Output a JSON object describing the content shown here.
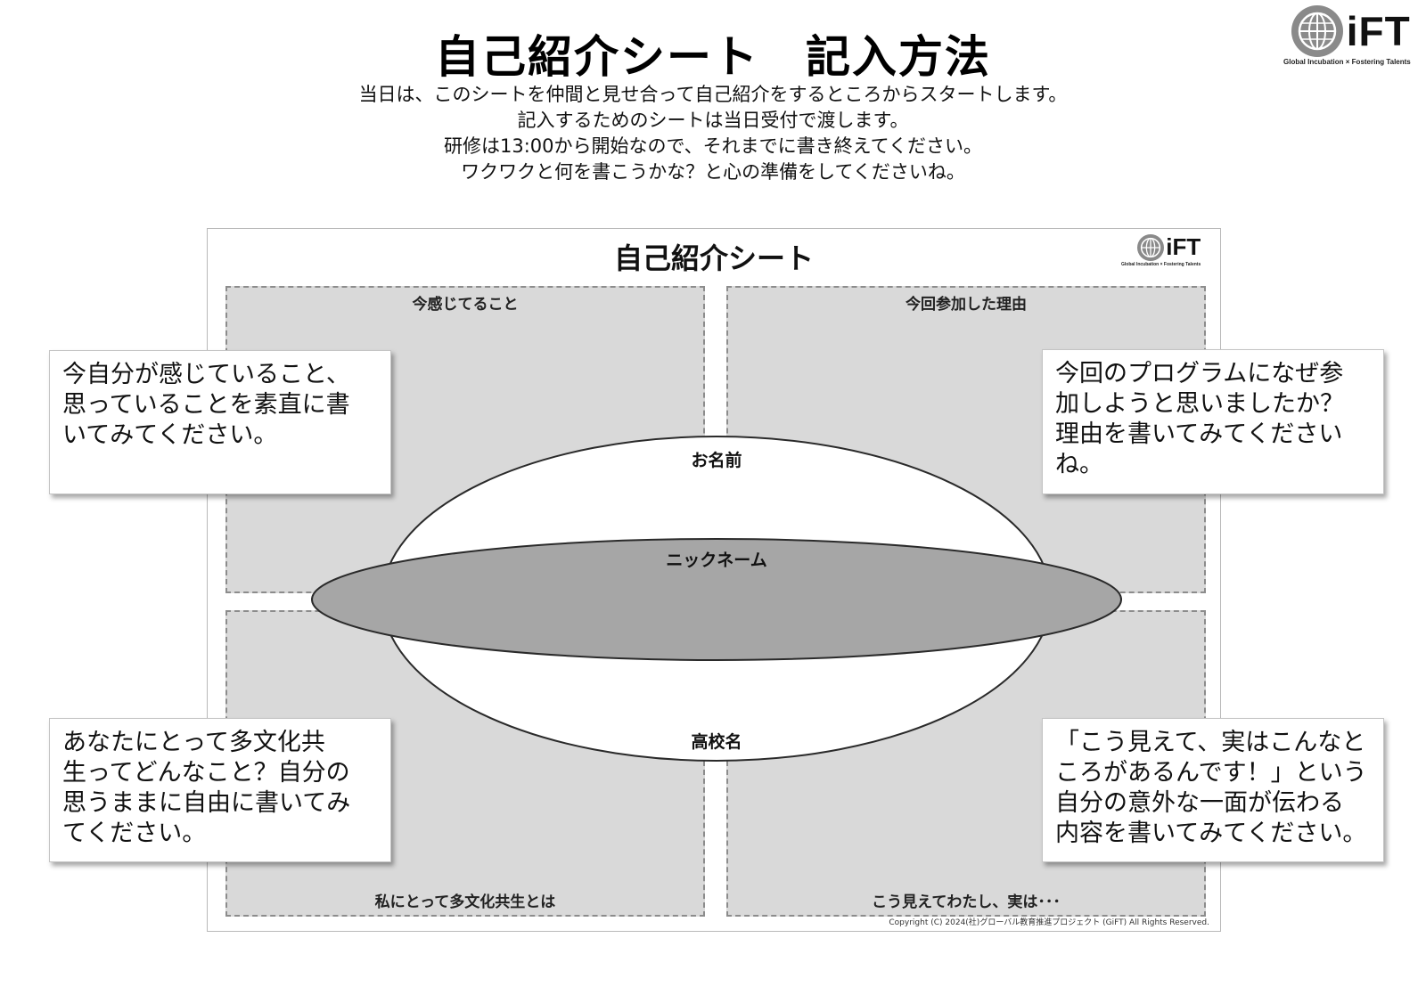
{
  "header": {
    "title": "自己紹介シート　記入方法",
    "intro_lines": [
      "当日は、このシートを仲間と見せ合って自己紹介をするところからスタートします。",
      "記入するためのシートは当日受付で渡します。",
      "研修は13:00から開始なので、それまでに書き終えてください。",
      "ワクワクと何を書こうかな？と心の準備をしてくださいね。"
    ]
  },
  "logo": {
    "word": "iFT",
    "tagline": "Global Incubation × Fostering Talents"
  },
  "sheet": {
    "title": "自己紹介シート",
    "quadrants": {
      "top_left": "今感じてること",
      "top_right": "今回参加した理由",
      "bottom_left": "私にとって多文化共生とは",
      "bottom_right": "こう見えてわたし、実は･･･"
    },
    "center": {
      "name_label": "お名前",
      "nickname_label": "ニックネーム",
      "school_label": "高校名"
    },
    "copyright": "Copyright (C) 2024(社)グローバル教育推進プロジェクト (GiFT) All Rights Reserved."
  },
  "callouts": {
    "top_left": [
      "今自分が感じていること、",
      "思っていることを素直に書",
      "いてみてください。"
    ],
    "top_right": [
      "今回のプログラムになぜ参",
      "加しようと思いましたか？",
      "理由を書いてみてください",
      "ね。"
    ],
    "bottom_left": [
      "あなたにとって多文化共",
      "生ってどんなこと？自分の",
      "思うままに自由に書いてみ",
      "てください。"
    ],
    "bottom_right": [
      "「こう見えて、実はこんなと",
      "ころがあるんです！」という",
      "自分の意外な一面が伝わる",
      "内容を書いてみてください。"
    ]
  },
  "colors": {
    "quadrant_fill": "#d9d9d9",
    "quadrant_border": "#8c8c8c",
    "nickname_fill": "#a6a6a6",
    "logo_globe": "#8a8a8a"
  },
  "icons": {
    "logo_mark": "globe-icon"
  }
}
